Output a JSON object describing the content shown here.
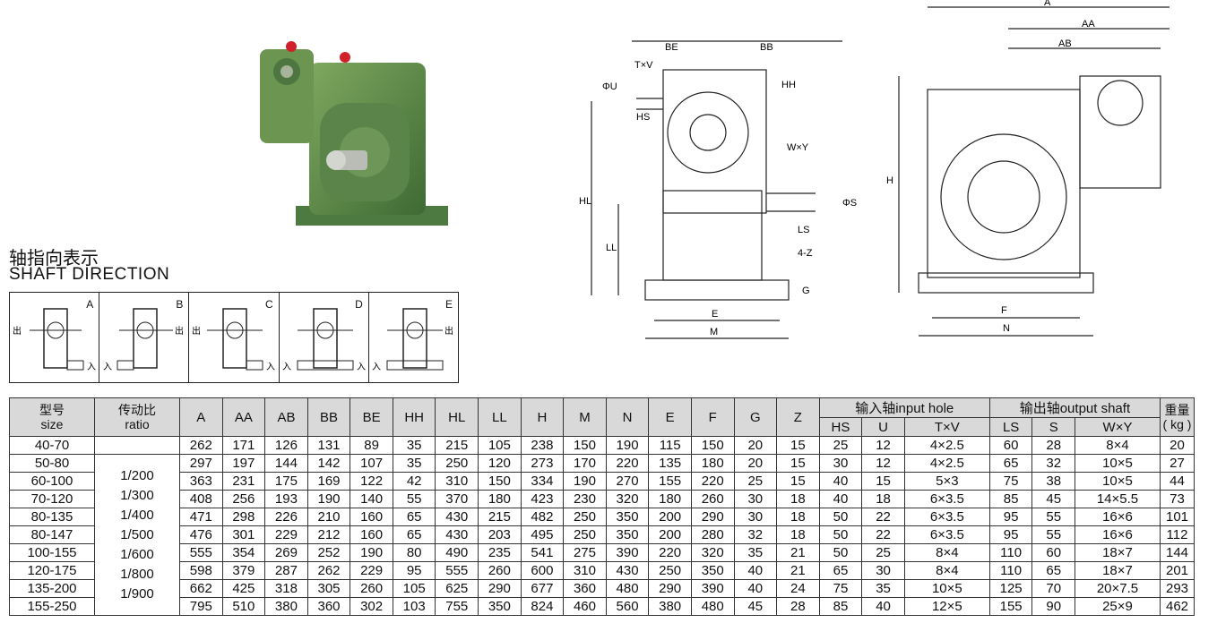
{
  "shaft_direction": {
    "title_cn": "轴指向表示",
    "title_en": "SHAFT DIRECTION",
    "panels": [
      {
        "letter": "A"
      },
      {
        "letter": "B"
      },
      {
        "letter": "C"
      },
      {
        "letter": "D"
      },
      {
        "letter": "E"
      }
    ],
    "label_in": "入",
    "label_out": "出"
  },
  "drawing_side": {
    "labels": {
      "BE": "BE",
      "BB": "BB",
      "TxV": "T×V",
      "U": "ΦU",
      "HH": "HH",
      "HS": "HS",
      "WxY": "W×Y",
      "HL": "HL",
      "S": "ΦS",
      "LS": "LS",
      "LL": "LL",
      "Z": "4-Z",
      "G": "G",
      "E": "E",
      "M": "M"
    }
  },
  "drawing_front": {
    "labels": {
      "A": "A",
      "AA": "AA",
      "AB": "AB",
      "H": "H",
      "F": "F",
      "N": "N"
    }
  },
  "table": {
    "header": {
      "size_cn": "型号",
      "size_en": "size",
      "ratio_cn": "传动比",
      "ratio_en": "ratio",
      "cols": [
        "A",
        "AA",
        "AB",
        "BB",
        "BE",
        "HH",
        "HL",
        "LL",
        "H",
        "M",
        "N",
        "E",
        "F",
        "G",
        "Z"
      ],
      "input_group": "输入轴input hole",
      "input_cols": [
        "HS",
        "U",
        "T×V"
      ],
      "output_group": "输出轴output shaft",
      "output_cols": [
        "LS",
        "S",
        "W×Y"
      ],
      "weight_cn": "重量",
      "weight_unit": "( kg )"
    },
    "ratios": [
      "1/200",
      "1/300",
      "1/400",
      "1/500",
      "1/600",
      "1/800",
      "1/900"
    ],
    "rows": [
      [
        "40-70",
        "262",
        "171",
        "126",
        "131",
        "89",
        "35",
        "215",
        "105",
        "238",
        "150",
        "190",
        "115",
        "150",
        "20",
        "15",
        "25",
        "12",
        "4×2.5",
        "60",
        "28",
        "8×4",
        "20"
      ],
      [
        "50-80",
        "297",
        "197",
        "144",
        "142",
        "107",
        "35",
        "250",
        "120",
        "273",
        "170",
        "220",
        "135",
        "180",
        "20",
        "15",
        "30",
        "12",
        "4×2.5",
        "65",
        "32",
        "10×5",
        "27"
      ],
      [
        "60-100",
        "363",
        "231",
        "175",
        "169",
        "122",
        "42",
        "310",
        "150",
        "334",
        "190",
        "270",
        "155",
        "220",
        "25",
        "15",
        "40",
        "15",
        "5×3",
        "75",
        "38",
        "10×5",
        "44"
      ],
      [
        "70-120",
        "408",
        "256",
        "193",
        "190",
        "140",
        "55",
        "370",
        "180",
        "423",
        "230",
        "320",
        "180",
        "260",
        "30",
        "18",
        "40",
        "18",
        "6×3.5",
        "85",
        "45",
        "14×5.5",
        "73"
      ],
      [
        "80-135",
        "471",
        "298",
        "226",
        "210",
        "160",
        "65",
        "430",
        "215",
        "482",
        "250",
        "350",
        "200",
        "290",
        "30",
        "18",
        "50",
        "22",
        "6×3.5",
        "95",
        "55",
        "16×6",
        "101"
      ],
      [
        "80-147",
        "476",
        "301",
        "229",
        "212",
        "160",
        "65",
        "430",
        "203",
        "495",
        "250",
        "350",
        "200",
        "280",
        "32",
        "18",
        "50",
        "22",
        "6×3.5",
        "95",
        "55",
        "16×6",
        "112"
      ],
      [
        "100-155",
        "555",
        "354",
        "269",
        "252",
        "190",
        "80",
        "490",
        "235",
        "541",
        "275",
        "390",
        "220",
        "320",
        "35",
        "21",
        "50",
        "25",
        "8×4",
        "110",
        "60",
        "18×7",
        "144"
      ],
      [
        "120-175",
        "598",
        "379",
        "287",
        "262",
        "229",
        "95",
        "555",
        "260",
        "600",
        "310",
        "430",
        "250",
        "350",
        "40",
        "21",
        "65",
        "30",
        "8×4",
        "110",
        "65",
        "18×7",
        "201"
      ],
      [
        "135-200",
        "662",
        "425",
        "318",
        "305",
        "260",
        "105",
        "625",
        "290",
        "677",
        "360",
        "480",
        "290",
        "390",
        "40",
        "24",
        "75",
        "35",
        "10×5",
        "125",
        "70",
        "20×7.5",
        "293"
      ],
      [
        "155-250",
        "795",
        "510",
        "380",
        "360",
        "302",
        "103",
        "755",
        "350",
        "824",
        "460",
        "560",
        "380",
        "480",
        "45",
        "28",
        "85",
        "40",
        "12×5",
        "155",
        "90",
        "25×9",
        "462"
      ]
    ]
  }
}
